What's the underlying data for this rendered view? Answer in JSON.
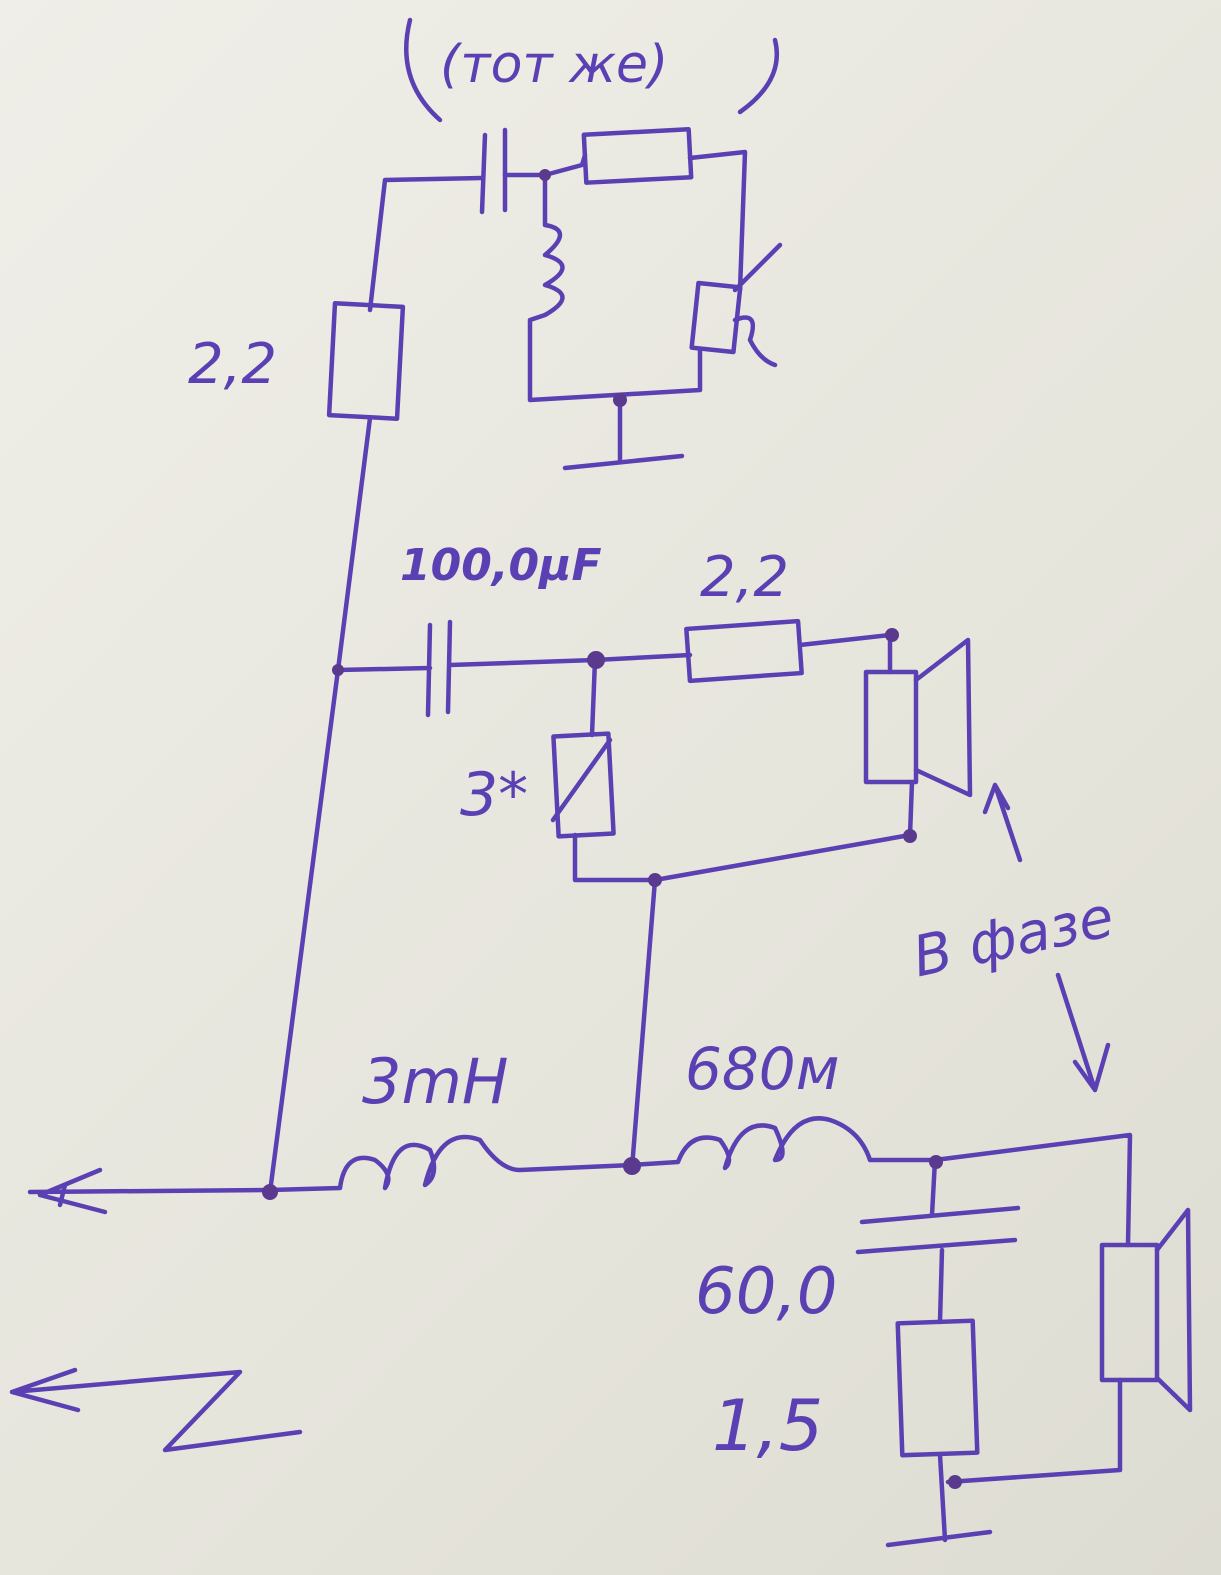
{
  "diagram": {
    "note_top": "(тот же)",
    "r_top": "2,2",
    "c_mid": "100,0μF",
    "r_mid": "2,2",
    "r_adj": "3*",
    "phase_note": "В фазе",
    "l_main": "3mH",
    "l_woofer": "680м",
    "c_bottom": "60,0",
    "r_bottom": "1,5"
  },
  "colors": {
    "ink": "#5b40b3",
    "paper": "#e9e8e0"
  }
}
